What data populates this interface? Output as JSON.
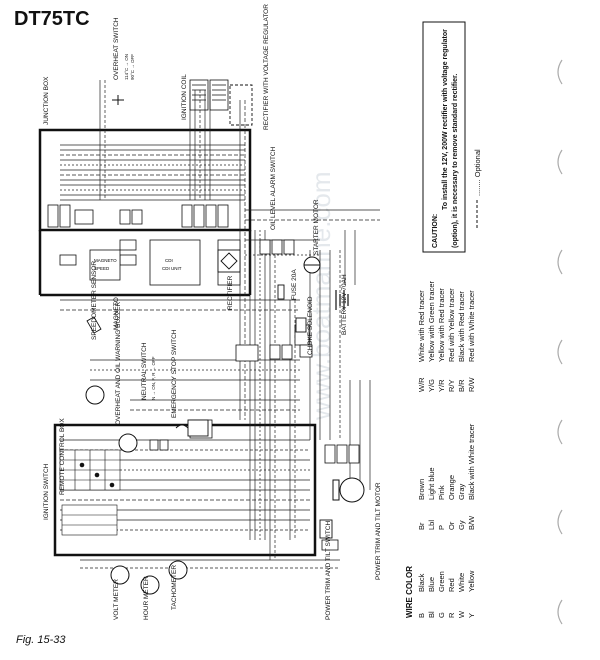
{
  "header": {
    "title": "DT75TC"
  },
  "caption": "Fig. 15-33",
  "watermark": "www.boatmarine.com",
  "labels": {
    "junction_box": "JUNCTION BOX",
    "overheat_switch": "OVERHEAT SWITCH",
    "overheat_on": "114°C → ON",
    "overheat_off": "90°C → OFF",
    "ignition_coil": "IGNITION COIL",
    "rectifier_vr": "RECTIFIER WITH VOLTAGE REGULATOR",
    "oil_alarm": "OIL LEVEL ALARM SWITCH",
    "speed_sensor": "SPEEDOMETER SENSOR",
    "magneto": "MAGNETO",
    "overheat_buzzer": "OVERHEAT AND OIL WARNING BUZZER",
    "starter_motor": "STARTER MOTOR",
    "fuse": "FUSE 20A",
    "battery": "BATTERY 12V 70AH",
    "cdi_unit": "CDI UNIT",
    "rectifier": "RECTIFIER",
    "choke": "CHOKE SOLENOID",
    "neutral_switch": "NEUTRAL SWITCH",
    "neutral_states": "N → ON, F, R → OFF",
    "emergency_stop": "EMERGENCY STOP SWITCH",
    "remote_box": "REMOTE CONTROL BOX",
    "ignition_switch": "IGNITION SWITCH",
    "volt_meter": "VOLT METER",
    "hour_meter": "HOUR METER",
    "tachometer": "TACHOMETER",
    "trim_switch": "POWER TRIM AND TILT SWITCH",
    "trim_motor": "POWER TRIM AND TILT MOTOR",
    "magneto_small": "MAGNETO",
    "speedo_small": "SPEED",
    "cdi_small": "CDI"
  },
  "caution": {
    "title": "CAUTION:",
    "text1": "To install the 12V, 200W rectifier with voltage regulator",
    "text2": "(option), it is necessary to remove standard rectifier.",
    "optional": "........ Optional"
  },
  "wire_color": {
    "title": "WIRE COLOR",
    "col1": [
      {
        "code": "B",
        "name": "Black"
      },
      {
        "code": "Bl",
        "name": "Blue"
      },
      {
        "code": "G",
        "name": "Green"
      },
      {
        "code": "R",
        "name": "Red"
      },
      {
        "code": "W",
        "name": "White"
      },
      {
        "code": "Y",
        "name": "Yellow"
      }
    ],
    "col2": [
      {
        "code": "Br",
        "name": "Brown"
      },
      {
        "code": "Lbl",
        "name": "Light blue"
      },
      {
        "code": "P",
        "name": "Pink"
      },
      {
        "code": "Or",
        "name": "Orange"
      },
      {
        "code": "Gy",
        "name": "Gray"
      },
      {
        "code": "B/W",
        "name": "Black with White tracer"
      }
    ],
    "col3": [
      {
        "code": "W/R",
        "name": "White with Red tracer"
      },
      {
        "code": "Y/G",
        "name": "Yellow with Green tracer"
      },
      {
        "code": "Y/R",
        "name": "Yellow with Red tracer"
      },
      {
        "code": "R/Y",
        "name": "Red with Yellow tracer"
      },
      {
        "code": "B/R",
        "name": "Black with Red tracer"
      },
      {
        "code": "R/W",
        "name": "Red with White tracer"
      }
    ]
  }
}
